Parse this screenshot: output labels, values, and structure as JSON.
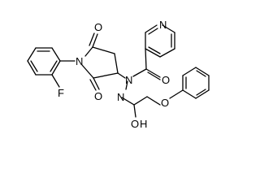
{
  "molecule": {
    "atoms": {
      "n_pyridine": "N",
      "o_amide1": "O",
      "n_hydrazide1": "N",
      "n_hydrazide2": "N",
      "o_succinimide_top": "O",
      "n_succinimide": "N",
      "o_succinimide_bottom": "O",
      "f_fluoro": "F",
      "o_phenoxy": "O",
      "o_amide2": "O",
      "h_amide2": "H"
    }
  },
  "colors": {
    "bond": "#000000",
    "text": "#000000",
    "background": "#ffffff"
  }
}
